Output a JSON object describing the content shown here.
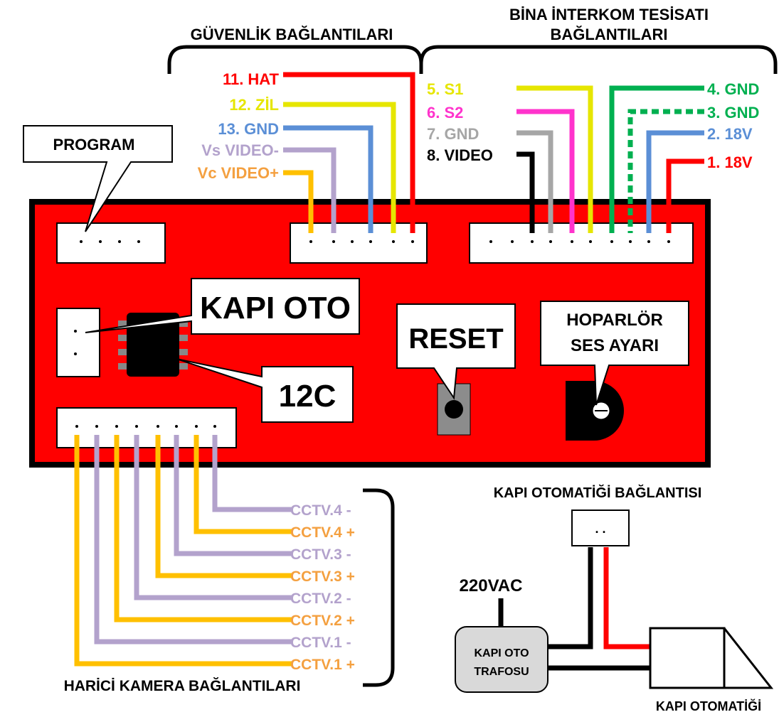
{
  "headings": {
    "security": "GÜVENLİK BAĞLANTILARI",
    "building_line1": "BİNA İNTERKOM TESİSATI",
    "building_line2": "BAĞLANTILARI",
    "camera": "HARİCİ KAMERA BAĞLANTILARI",
    "door_conn": "KAPI OTOMATİĞİ BAĞLANTISI"
  },
  "callouts": {
    "program": "PROGRAM",
    "kapi_oto": "KAPI OTO",
    "i2c": "12C",
    "reset": "RESET",
    "speaker_line1": "HOPARLÖR",
    "speaker_line2": "SES AYARI"
  },
  "security_wires": [
    {
      "label": "11. HAT",
      "color": "#ff0000"
    },
    {
      "label": "12. ZİL",
      "color": "#e6e600"
    },
    {
      "label": "13. GND",
      "color": "#5b8fd6"
    },
    {
      "label": "Vs VIDEO-",
      "color": "#b3a2cc"
    },
    {
      "label": "Vc VIDEO+",
      "color": "#f4a040"
    }
  ],
  "building_left_wires": [
    {
      "label": "5. S1",
      "color": "#e6e600"
    },
    {
      "label": "6. S2",
      "color": "#ff33cc"
    },
    {
      "label": "7. GND",
      "color": "#a6a6a6"
    },
    {
      "label": "8. VIDEO",
      "color": "#000000"
    }
  ],
  "building_right_wires": [
    {
      "label": "4. GND",
      "color": "#00b050"
    },
    {
      "label": "3. GND",
      "color": "#00b050"
    },
    {
      "label": "2. 18V",
      "color": "#5b8fd6"
    },
    {
      "label": "1. 18V",
      "color": "#ff0000"
    }
  ],
  "cctv_wires": [
    {
      "label": "CCTV.4 -",
      "color": "#b3a2cc"
    },
    {
      "label": "CCTV.4 +",
      "color": "#f4a040"
    },
    {
      "label": "CCTV.3 -",
      "color": "#b3a2cc"
    },
    {
      "label": "CCTV.3 +",
      "color": "#f4a040"
    },
    {
      "label": "CCTV.2 -",
      "color": "#b3a2cc"
    },
    {
      "label": "CCTV.2 +",
      "color": "#f4a040"
    },
    {
      "label": "CCTV.1 -",
      "color": "#b3a2cc"
    },
    {
      "label": "CCTV.1 +",
      "color": "#f4a040"
    }
  ],
  "door": {
    "power": "220VAC",
    "transformer_line1": "KAPI OTO",
    "transformer_line2": "TRAFOSU",
    "connector_pins": ". .",
    "device": "KAPI OTOMATİĞİ"
  },
  "colors": {
    "board": "#ff0000",
    "cctv_wire_yellow": "#ffc000"
  }
}
